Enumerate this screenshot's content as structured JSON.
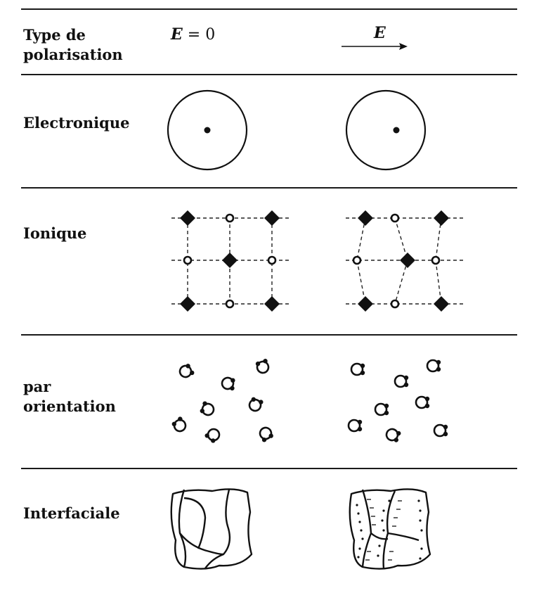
{
  "header": {
    "col1_title": "Type de polarisation",
    "col1_line1": "Type de",
    "col1_line2": "polarisation",
    "field_symbol": "E",
    "col2_eq": "= 0",
    "col3_symbol": "E"
  },
  "rows": [
    {
      "label": "Electronique",
      "label_lines": [
        "Electronique"
      ]
    },
    {
      "label": "Ionique",
      "label_lines": [
        "Ionique"
      ]
    },
    {
      "label": "par orientation",
      "label_lines": [
        "par",
        "orientation"
      ]
    },
    {
      "label": "Interfaciale",
      "label_lines": [
        "Interfaciale"
      ]
    }
  ]
}
